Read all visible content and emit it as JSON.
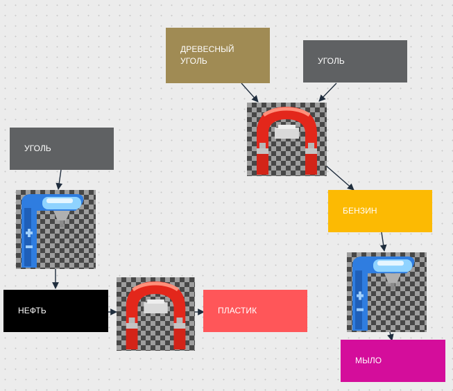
{
  "nodes": {
    "charcoal": {
      "label": "ДРЕВЕСНЫЙ\nУГОЛЬ",
      "color": "#a08b54"
    },
    "coal_top": {
      "label": "УГОЛЬ",
      "color": "#5f6163"
    },
    "coal_left": {
      "label": "УГОЛЬ",
      "color": "#5f6163"
    },
    "petrol": {
      "label": "БЕНЗИН",
      "color": "#fcba03"
    },
    "oil": {
      "label": "НЕФТЬ",
      "color": "#000000"
    },
    "plastic": {
      "label": "ПЛАСТИК",
      "color": "#ff5659"
    },
    "soap": {
      "label": "МЫЛО",
      "color": "#d40d9b"
    }
  },
  "machines": {
    "magnet": {
      "icon": "magnet-icon"
    },
    "pump": {
      "icon": "pump-icon"
    }
  },
  "colors": {
    "arrow": "#1f2d3d"
  }
}
